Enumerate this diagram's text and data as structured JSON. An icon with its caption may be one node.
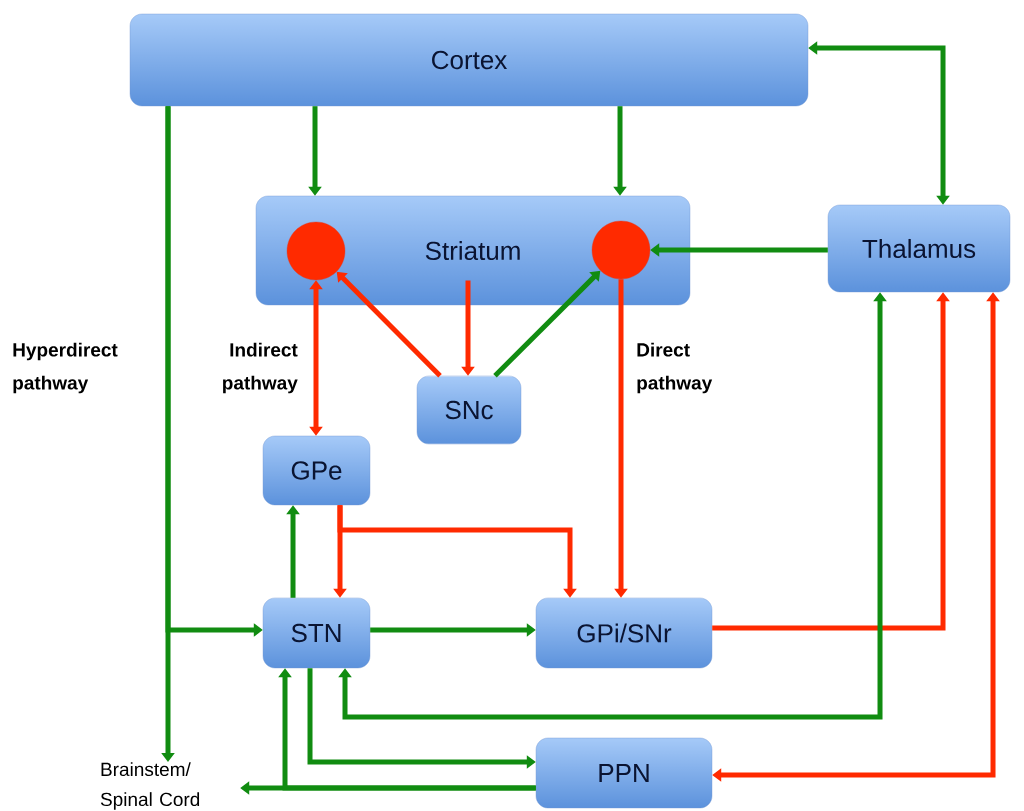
{
  "diagram": {
    "nodes": [
      {
        "text": [
          "Cortex"
        ]
      },
      {
        "text": [
          "Striatum"
        ]
      },
      {
        "text": [],
        "shape": "circle",
        "in": 1
      },
      {
        "text": [],
        "shape": "circle",
        "in": 1
      },
      {
        "text": [
          "Thalamus"
        ]
      },
      {
        "text": [
          "SNc"
        ]
      },
      {
        "text": [
          "GPe"
        ]
      },
      {
        "text": [
          "STN"
        ]
      },
      {
        "text": [
          "GPi/SNr"
        ]
      },
      {
        "text": [
          "PPN"
        ]
      },
      {
        "text": [
          "Brainstem/ Spinal Cord"
        ]
      }
    ],
    "edges": [
      {
        "from": 0,
        "to": 1,
        "arrow": "to"
      },
      {
        "from": 0,
        "to": 1,
        "arrow": "to"
      },
      {
        "from": 0,
        "to": 4,
        "arrow": "both"
      },
      {
        "from": 0,
        "to": 7,
        "arrow": "to"
      },
      {
        "from": 0,
        "to": 10,
        "arrow": "to"
      },
      {
        "from": 4,
        "to": 3,
        "arrow": "to"
      },
      {
        "from": 2,
        "to": 6,
        "arrow": "both",
        "color": "#ff2a00"
      },
      {
        "from": 5,
        "to": 2,
        "arrow": "to",
        "color": "#ff2a00"
      },
      {
        "from": 1,
        "to": 5,
        "arrow": "to",
        "color": "#ff2a00"
      },
      {
        "from": 5,
        "to": 3,
        "arrow": "to"
      },
      {
        "from": 3,
        "to": 8,
        "arrow": "to",
        "color": "#ff2a00"
      },
      {
        "from": 6,
        "to": 7,
        "arrow": "to",
        "color": "#ff2a00"
      },
      {
        "from": 6,
        "to": 8,
        "arrow": "to",
        "color": "#ff2a00"
      },
      {
        "from": 7,
        "to": 6,
        "arrow": "to"
      },
      {
        "from": 7,
        "to": 8,
        "arrow": "to"
      },
      {
        "from": 8,
        "to": 4,
        "arrow": "to",
        "color": "#ff2a00"
      },
      {
        "from": 7,
        "to": 4,
        "arrow": "both"
      },
      {
        "from": 7,
        "to": 9,
        "arrow": "to"
      },
      {
        "from": 9,
        "to": 10,
        "arrow": "to"
      },
      {
        "from": 9,
        "to": 7,
        "arrow": "to"
      },
      {
        "from": 4,
        "to": 9,
        "arrow": "both",
        "color": "#ff2a00"
      }
    ],
    "labels": [
      "Hyperdirect pathway",
      "Indirect pathway",
      "Direct pathway"
    ]
  }
}
